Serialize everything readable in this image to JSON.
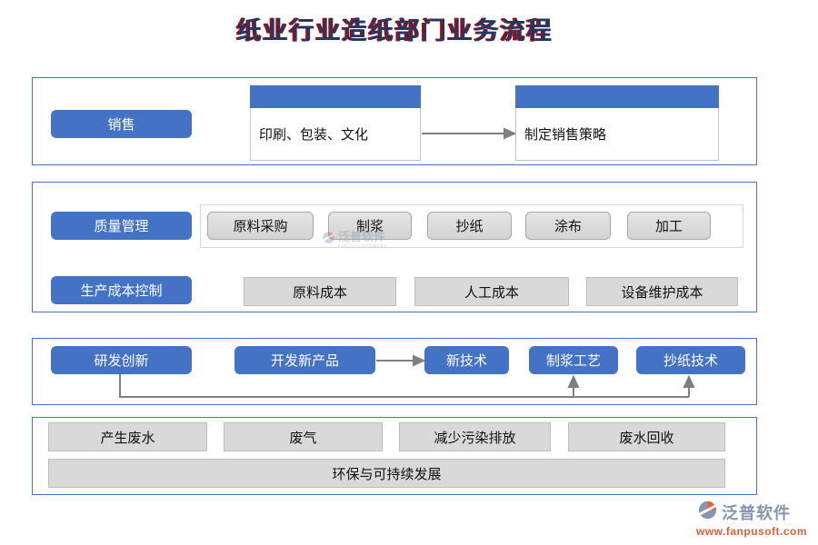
{
  "title": "纸业行业造纸部门业务流程",
  "sections": {
    "sales": {
      "button": "销售",
      "market_card": "印刷、包装、文化",
      "strategy_card": "制定销售策略"
    },
    "quality": {
      "button": "质量管理",
      "steps": [
        "原料采购",
        "制浆",
        "抄纸",
        "涂布",
        "加工"
      ]
    },
    "cost": {
      "button": "生产成本控制",
      "items": [
        "原料成本",
        "人工成本",
        "设备维护成本"
      ]
    },
    "rnd": {
      "button": "研发创新",
      "develop_button": "开发新产品",
      "outputs": [
        "新技术",
        "制浆工艺",
        "抄纸技术"
      ]
    },
    "environment": {
      "items": [
        "产生废水",
        "废气",
        "减少污染排放",
        "废水回收"
      ],
      "bar": "环保与可持续发展"
    }
  },
  "watermark": {
    "brand": "泛普软件",
    "subtext": "FANPU SOFTWARE"
  },
  "footer": {
    "brand": "泛普软件",
    "url": "www.fanpusoft.com"
  },
  "colors": {
    "accent_blue": "#4472C4",
    "section_border": "#4472C4",
    "gray_fill": "#D9D9D9",
    "arrow_gray": "#7F7F7F",
    "title_text": "#1F3864",
    "title_shadow": "#C00000",
    "brand_gray": "#8496B0",
    "brand_orange": "#E0603C"
  }
}
